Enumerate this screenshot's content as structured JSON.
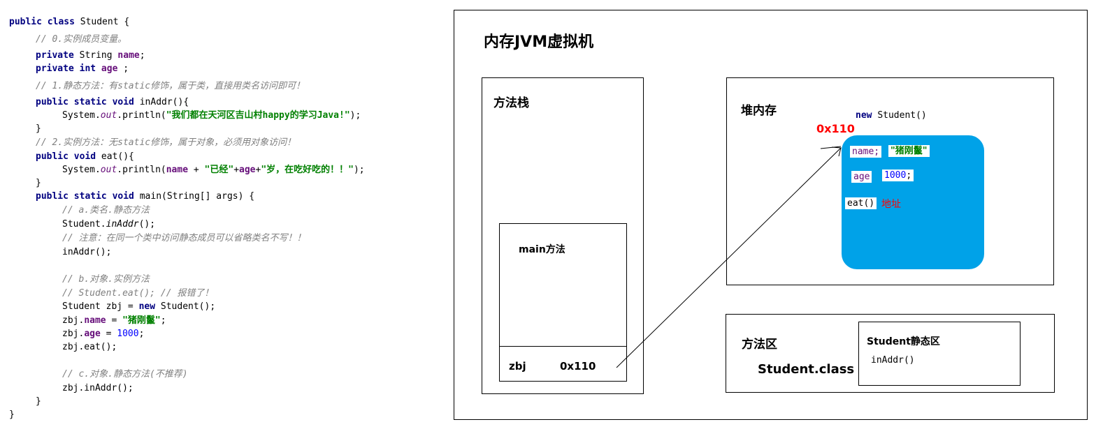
{
  "code": {
    "line1": {
      "kw": "public class",
      "rest": " Student {"
    },
    "line2": {
      "comment": "// 0.实例成员变量。"
    },
    "line3": {
      "kw": "private",
      "type": " String ",
      "field": "name",
      "end": ";"
    },
    "line4": {
      "kw": "private int",
      "field": "age",
      "end": " ;"
    },
    "line5": {
      "comment": "// 1.静态方法：有static修饰，属于类，直接用类名访问即可！"
    },
    "line6": {
      "kw": "public static void",
      "rest": " inAddr(){"
    },
    "line7": {
      "pre": "System.",
      "out": "out",
      "mid": ".println(",
      "str": "\"我们都在天河区吉山村happy的学习Java!\"",
      "end": ");"
    },
    "line8": {
      "text": "}"
    },
    "line9": {
      "comment": "// 2.实例方法：无static修饰，属于对象，必须用对象访问！"
    },
    "line10": {
      "kw": "public void",
      "rest": " eat(){"
    },
    "line11": {
      "pre": "System.",
      "out": "out",
      "mid": ".println(",
      "field": "name",
      "plus1": " + ",
      "str1": "\"已经\"",
      "plus2": "+",
      "field2": "age",
      "plus3": "+",
      "str2": "\"岁，在吃好吃的！！\"",
      "end": ");"
    },
    "line12": {
      "text": "}"
    },
    "line13": {
      "kw": "public static void",
      "rest": " main(String[] args) {"
    },
    "line14": {
      "comment": "// a.类名.静态方法"
    },
    "line15": {
      "pre": "Student.",
      "method": "inAddr",
      "end": "();"
    },
    "line16": {
      "comment": "// 注意：在同一个类中访问静态成员可以省略类名不写！！"
    },
    "line17": {
      "text": "inAddr();"
    },
    "line18": {
      "comment": "// b.对象.实例方法"
    },
    "line19": {
      "comment": "// Student.eat(); // 报错了！"
    },
    "line20": {
      "pre": "Student zbj = ",
      "kw": "new",
      "end": " Student();"
    },
    "line21": {
      "pre": "zbj.",
      "field": "name",
      "mid": " = ",
      "str": "\"猪刚鬣\"",
      "end": ";"
    },
    "line22": {
      "pre": "zbj.",
      "field": "age",
      "mid": " = ",
      "num": "1000",
      "end": ";"
    },
    "line23": {
      "text": "zbj.eat();"
    },
    "line24": {
      "comment": "// c.对象.静态方法(不推荐)"
    },
    "line25": {
      "text": "zbj.inAddr();"
    },
    "line26": {
      "text": "}"
    },
    "line27": {
      "text": "}"
    }
  },
  "diagram": {
    "title": "内存JVM虚拟机",
    "stack": {
      "label": "方法栈",
      "frame_label": "main方法",
      "var_name": "zbj",
      "var_value": "0x110"
    },
    "heap": {
      "label": "堆内存",
      "new_expr": "new Student()",
      "address": "0x110",
      "name_field": "name;",
      "name_value": "\"猪刚鬣\"",
      "age_field": "age",
      "age_value": "1000",
      "age_end": ";",
      "eat_method": "eat()",
      "eat_addr": "地址"
    },
    "method_area": {
      "label": "方法区",
      "class_label": "Student.class",
      "static_label": "Student静态区",
      "static_method": "inAddr()"
    }
  },
  "colors": {
    "object_fill": "#00a2e8",
    "address_red": "#ff0000",
    "keyword": "#000080",
    "field": "#660e7a",
    "string": "#008000",
    "comment": "#808080",
    "number": "#0000ff"
  }
}
